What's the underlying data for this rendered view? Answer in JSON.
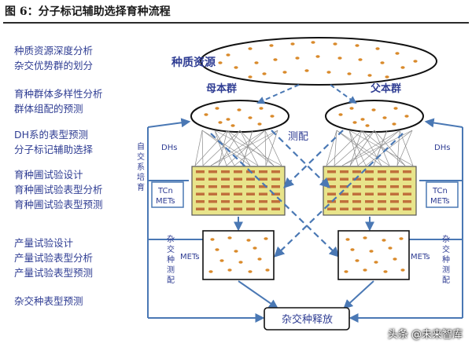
{
  "figure_title": "图 6：分子标记辅助选择育种流程",
  "stages": [
    {
      "lines": [
        "种质资源深度分析",
        "杂交优势群的划分"
      ]
    },
    {
      "lines": [
        "育种群体多样性分析",
        "群体组配的预测"
      ]
    },
    {
      "lines": [
        "DH系的表型预测",
        "分子标记辅助选择"
      ]
    },
    {
      "lines": [
        "育种圃试验设计",
        "育种圃试验表型分析",
        "育种圃试验表型预测"
      ]
    },
    {
      "lines": [
        "产量试验设计",
        "产量试验表型分析",
        "产量试验表型预测"
      ]
    },
    {
      "lines": [
        "杂交种表型预测"
      ]
    }
  ],
  "diagram": {
    "germplasm_label": "种质资源",
    "female_pool_label": "母本群",
    "male_pool_label": "父本群",
    "test_match_label": "测配",
    "dhs_left": "DHs",
    "dhs_right": "DHs",
    "self_cross_label": "自交系培育",
    "tcn_label": "TCn",
    "mets_label": "METs",
    "mets_left": "METs",
    "mets_right": "METs",
    "hybrid_test_left": "杂交种测配",
    "hybrid_test_right": "杂交种测配",
    "release_label": "杂交种释放"
  },
  "colors": {
    "text_blue": "#2f3d93",
    "arrow_blue": "#4a78b4",
    "dot_orange": "#d98a2b",
    "nursery_fill": "#e8e48a",
    "nursery_bar": "#c0703c"
  },
  "watermark": "头条 @未来智库"
}
